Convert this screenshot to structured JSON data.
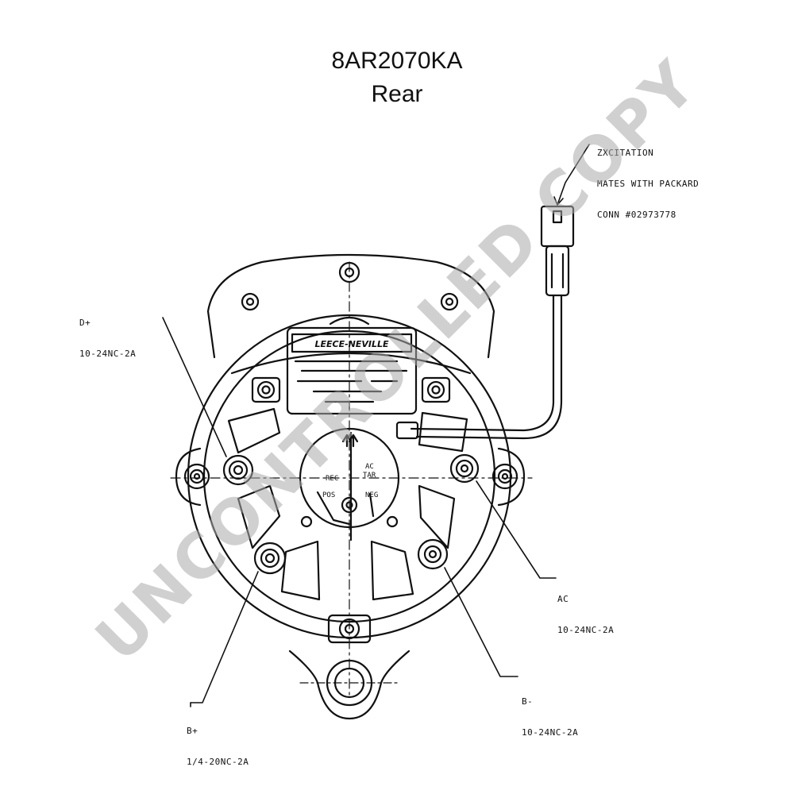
{
  "header": {
    "title": "8AR2070KA",
    "subtitle": "Rear"
  },
  "callouts": {
    "excitation": [
      "ZXCITATION",
      "MATES WITH PACKARD",
      "CONN #02973778"
    ],
    "d_plus": [
      "D+",
      "10-24NC-2A"
    ],
    "ac": [
      "AC",
      "10-24NC-2A"
    ],
    "b_minus": [
      "B-",
      "10-24NC-2A"
    ],
    "b_plus": [
      "B+",
      "1/4-20NC-2A"
    ]
  },
  "terminal_labels": {
    "rec": "REC",
    "ac_tar": [
      "AC",
      "TAR"
    ],
    "pos": "POS",
    "neg": "NEG"
  },
  "brand_plate": "LEECE-NEVILLE",
  "watermark": "UNCONTROLLED COPY",
  "colors": {
    "ink": "#111111",
    "watermark": "#aaaaaa"
  }
}
